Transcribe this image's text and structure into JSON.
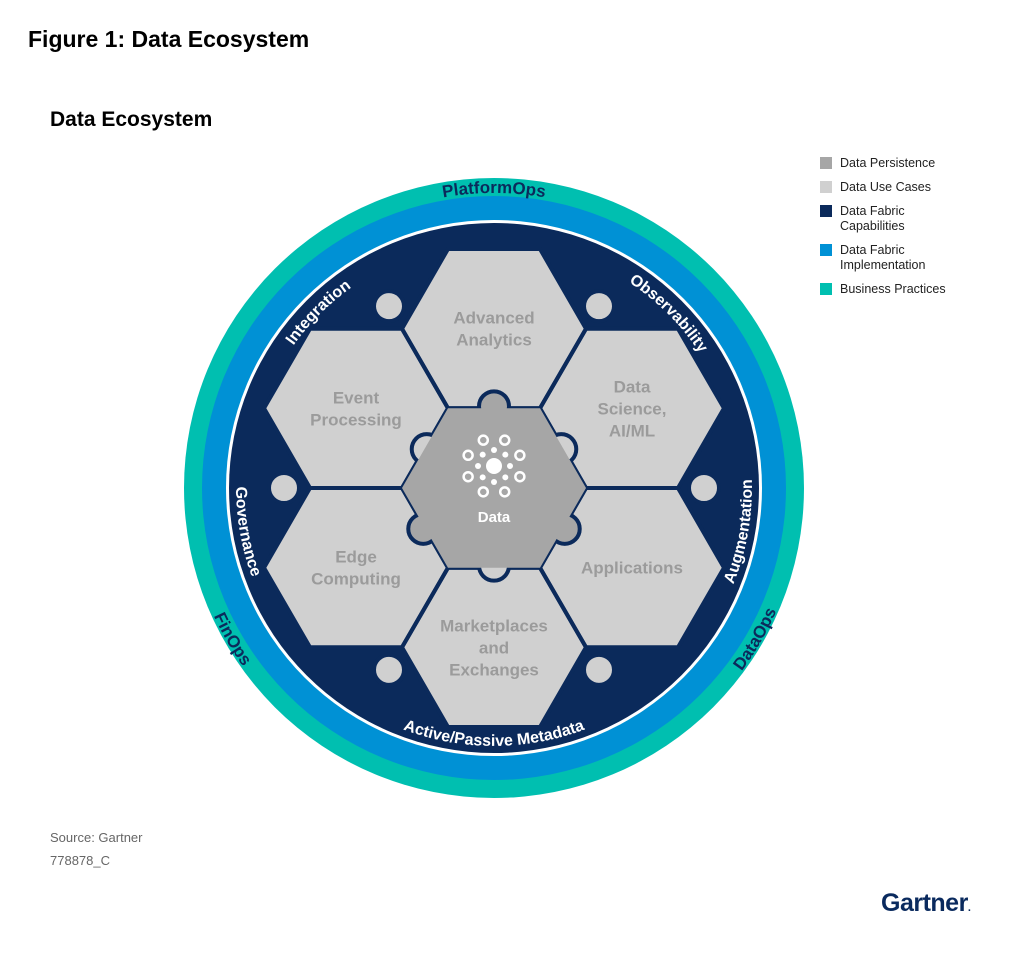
{
  "figure_title": "Figure 1: Data Ecosystem",
  "diagram_title": "Data Ecosystem",
  "colors": {
    "persistence": "#a6a6a6",
    "use_cases": "#d0d0d0",
    "fabric_capabilities": "#0b2a5b",
    "fabric_implementation": "#0091d5",
    "business_practices": "#00bfb0",
    "hex_text": "#9b9b9b"
  },
  "legend": [
    {
      "label": "Data Persistence",
      "color": "#a6a6a6"
    },
    {
      "label": "Data Use Cases",
      "color": "#d0d0d0"
    },
    {
      "label": "Data Fabric Capabilities",
      "color": "#0b2a5b"
    },
    {
      "label": "Data Fabric Implementation",
      "color": "#0091d5"
    },
    {
      "label": "Business Practices",
      "color": "#00bfb0"
    }
  ],
  "outer_ring_labels": [
    "PlatformOps",
    "FinOps",
    "DataOps"
  ],
  "capability_labels": [
    "Integration",
    "Observability",
    "Governance",
    "Augmentation",
    "Active/Passive Metadata"
  ],
  "center_label": "Data",
  "use_cases": [
    {
      "lines": [
        "Advanced",
        "Analytics"
      ]
    },
    {
      "lines": [
        "Data",
        "Science,",
        "AI/ML"
      ]
    },
    {
      "lines": [
        "Applications"
      ]
    },
    {
      "lines": [
        "Marketplaces",
        "and",
        "Exchanges"
      ]
    },
    {
      "lines": [
        "Edge",
        "Computing"
      ]
    },
    {
      "lines": [
        "Event",
        "Processing"
      ]
    }
  ],
  "source": "Source: Gartner",
  "doc_id": "778878_C",
  "logo": "Gartner",
  "logo_mark": "."
}
